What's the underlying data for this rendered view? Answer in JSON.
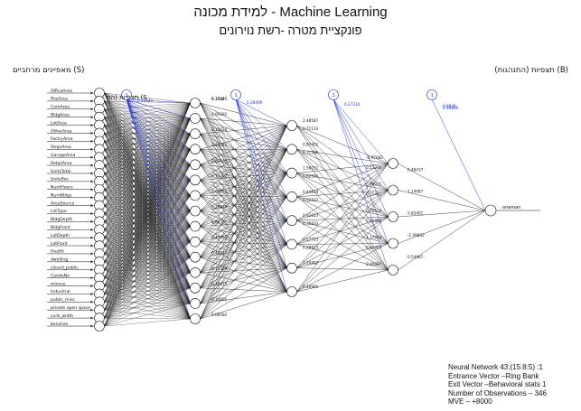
{
  "header": {
    "title": "למידת מכונה - Machine Learning",
    "subtitle": "פונקציית מטרה -רשת נוירונים"
  },
  "labels": {
    "left": "מאפיינים מרחביים (S)",
    "right": "תצפיות (התנהגות) (B)",
    "inner": "תצפיות (הת (S"
  },
  "summary": {
    "line1": "Neural Network 43:(15:8:5) :1",
    "line2": "Entrance  Vector –Ring Bank",
    "line3": "Exit Vector  –Behavioral stats 1",
    "line4": "Number of Observations – 346",
    "line5": "MVE – +8000"
  },
  "network": {
    "input_features": [
      "OfficeArea",
      "ResArea",
      "ComArea",
      "BldgArea",
      "LotArea",
      "OtherArea",
      "FactryArea",
      "StrgeArea",
      "GarageArea",
      "RetailArea",
      "UnitsTotal",
      "UnitsRes",
      "NumFloors",
      "NumBldgs",
      "AreaSource",
      "LotType",
      "BldgDepth",
      "BldgFront",
      "LotDepth",
      "LotFront",
      "Health",
      "dwelling",
      "closed_public",
      "CondoNo",
      "mixuse",
      "Industrial",
      "public_misc",
      "private open space",
      "curb_width",
      "benches"
    ],
    "output_label": "oneman",
    "bias_label": "1",
    "weight_labels": [
      "0.37495",
      "0.09281",
      "0.15624",
      "1.25011",
      "0.82133",
      "0.19402",
      "1.03851",
      "0.28839",
      "0.86301",
      "0.47723",
      "0.42017",
      "0.11359",
      "0.72415",
      "0.34601",
      "0.06582",
      "0.7524"
    ],
    "bias_weights": [
      "0.22641",
      "0.28499",
      "0.27214",
      "0.8928",
      "0.39826"
    ],
    "second_layer_weights": [
      "2.48587",
      "0.87402",
      "1.56031",
      "0.44619",
      "0.92013",
      "0.57723",
      "1.14402",
      "0.40991",
      "0.71133",
      "0.31286",
      "0.62591",
      "0.52237",
      "0.35603",
      "0.28823"
    ],
    "third_layer_weights": [
      "-0.97082",
      "0.84221",
      "0.76534",
      "1.37916",
      "0.90887",
      "0.53216",
      "0.71442",
      "0.41883",
      "0.61397"
    ],
    "output_weights": [
      "0.48437",
      "1.14987",
      "0.83401",
      "-1.09852",
      "0.54987"
    ],
    "layers": [
      30,
      15,
      8,
      5,
      1
    ]
  },
  "colors": {
    "line": "#111111",
    "bias": "#2233cc",
    "node_fill": "#ffffff"
  }
}
